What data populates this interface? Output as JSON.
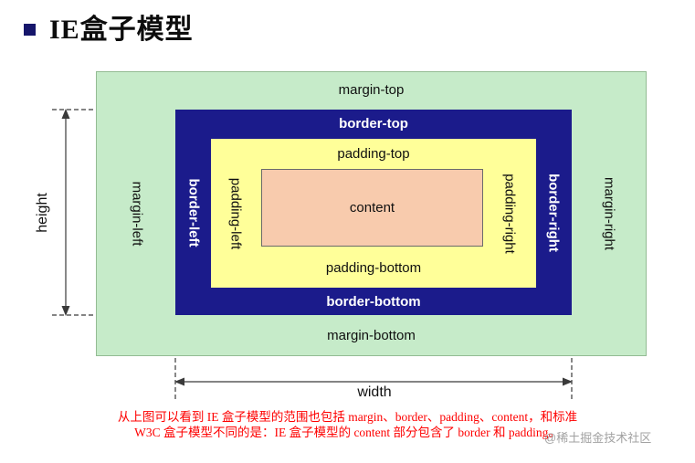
{
  "slide": {
    "title": "IE盒子模型"
  },
  "diagram": {
    "labels": {
      "margin_top": "margin-top",
      "margin_left": "margin-left",
      "margin_right": "margin-right",
      "margin_bottom": "margin-bottom",
      "border_top": "border-top",
      "border_left": "border-left",
      "border_right": "border-right",
      "border_bottom": "border-bottom",
      "padding_top": "padding-top",
      "padding_left": "padding-left",
      "padding_right": "padding-right",
      "padding_bottom": "padding-bottom",
      "content": "content",
      "height": "height",
      "width": "width"
    },
    "colors": {
      "margin_area": "#c6ebc9",
      "border_area": "#1b1b8b",
      "padding_area": "#ffff99",
      "content_area": "#f8cbad",
      "border_label_text": "#ffffff"
    }
  },
  "footnote": {
    "line1": "从上图可以看到 IE 盒子模型的范围也包括 margin、border、padding、content，和标准",
    "line2": "W3C 盒子模型不同的是：IE 盒子模型的 content 部分包含了 border 和 padding。",
    "color": "#fe0000"
  },
  "watermark": "@稀土掘金技术社区"
}
